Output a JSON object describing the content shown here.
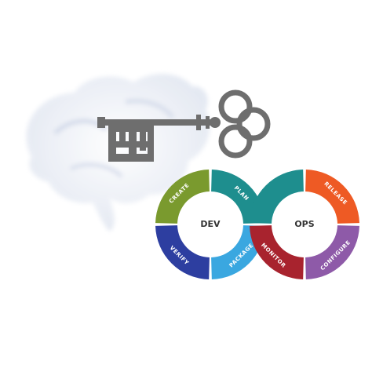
{
  "diagram": {
    "dev": {
      "center_label": "DEV",
      "segments": [
        {
          "label": "CREATE",
          "color": "#7a9a2e"
        },
        {
          "label": "PLAN",
          "color": "#1e8e8e"
        },
        {
          "label": "PACKAGE",
          "color": "#3aa7e0"
        },
        {
          "label": "VERIFY",
          "color": "#2d3ea0"
        }
      ]
    },
    "ops": {
      "center_label": "OPS",
      "segments": [
        {
          "label": "RELEASE",
          "color": "#ee5a24"
        },
        {
          "label": "CONFIGURE",
          "color": "#8e5aa8"
        },
        {
          "label": "MONITOR",
          "color": "#a8232e"
        },
        {
          "label": "",
          "color": "#1e8e8e"
        }
      ]
    }
  },
  "colors": {
    "key": "#6e6e6e",
    "brain_cloud": "#e8ecf5"
  },
  "icons": [
    "brain-cloud-icon",
    "key-icon"
  ]
}
